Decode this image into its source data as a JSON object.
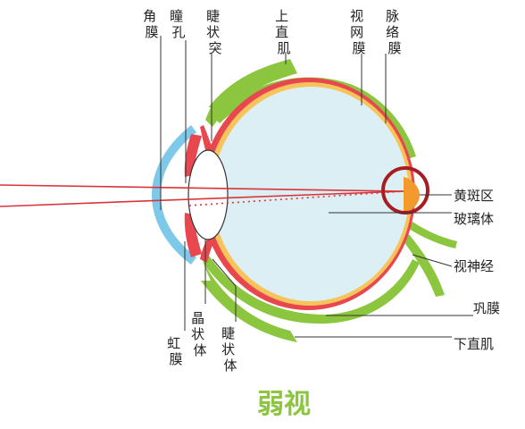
{
  "labels": {
    "cornea": "角膜",
    "pupil": "瞳孔",
    "ciliary_top": "睫状突",
    "superior_rectus": "上直肌",
    "retina": "视网膜",
    "choroid": "脉络膜",
    "macula": "黄斑区",
    "vitreous": "玻璃体",
    "optic_nerve": "视神经",
    "sclera": "巩膜",
    "inferior_rectus": "下直肌",
    "iris": "虹膜",
    "lens": "晶状体",
    "ciliary_bottom": "睫状体"
  },
  "title": "弱视",
  "colors": {
    "muscle": "#8CC63F",
    "sclera_ring": "#E8474F",
    "retina_layer": "#F6C45A",
    "vitreous_fill": "#DCEFF5",
    "cornea": "#7EC8EA",
    "light_ray": "#D8353A",
    "macula_circle": "#A61E24",
    "macula_fill": "#F29A2E",
    "title": "#8CC63F"
  }
}
